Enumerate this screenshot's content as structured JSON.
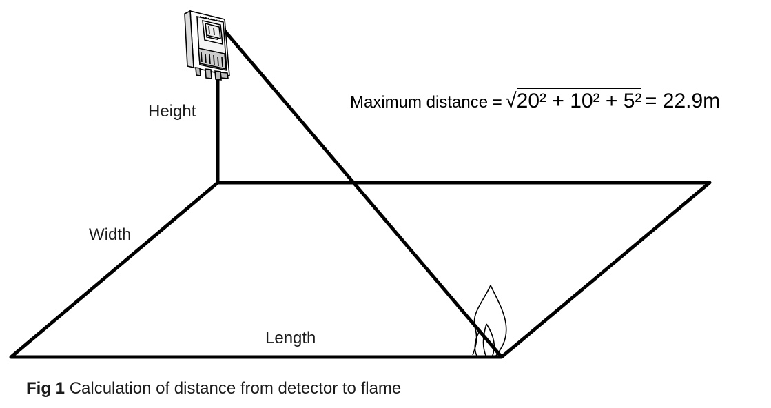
{
  "labels": {
    "height": "Height",
    "width": "Width",
    "length": "Length"
  },
  "formula": {
    "lhs": "Maximum distance =",
    "root_symbol": "√",
    "radicand": "20² + 10² + 5²",
    "rhs": "= 22.9m"
  },
  "caption": {
    "number": "Fig 1",
    "text": "Calculation of distance from detector to flame"
  },
  "colors": {
    "line": "#000000",
    "background": "#ffffff"
  },
  "icons": [
    "flame-detector-icon",
    "flame-icon"
  ]
}
